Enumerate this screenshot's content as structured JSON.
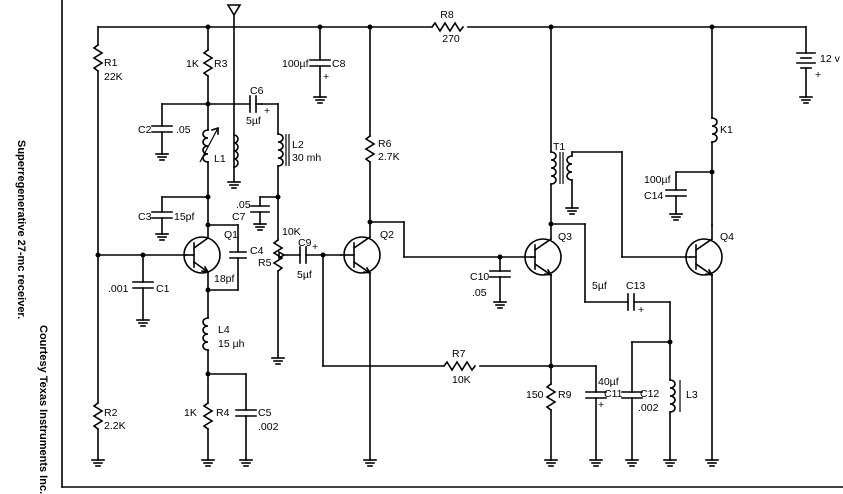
{
  "caption": "Superregenerative 27-mc receiver.",
  "credit": "Courtesy Texas Instruments Inc.",
  "components": {
    "R1": {
      "ref": "R1",
      "value": "22K"
    },
    "R2": {
      "ref": "R2",
      "value": "2.2K"
    },
    "R3": {
      "ref": "R3",
      "value": "1K"
    },
    "R4": {
      "ref": "R4",
      "value": "1K"
    },
    "R5": {
      "ref": "R5",
      "value": "10K"
    },
    "R6": {
      "ref": "R6",
      "value": "2.7K"
    },
    "R7": {
      "ref": "R7",
      "value": "10K"
    },
    "R8": {
      "ref": "R8",
      "value": "270"
    },
    "R9": {
      "ref": "R9",
      "value": "150"
    },
    "C1": {
      "ref": "C1",
      "value": ".001"
    },
    "C2": {
      "ref": "C2",
      "value": ".05"
    },
    "C3": {
      "ref": "C3",
      "value": "15pf"
    },
    "C4": {
      "ref": "C4",
      "value": "18pf"
    },
    "C5": {
      "ref": "C5",
      "value": ".002"
    },
    "C6": {
      "ref": "C6",
      "value": "5µf"
    },
    "C7": {
      "ref": "C7",
      "value": ".05"
    },
    "C8": {
      "ref": "C8",
      "value": "100µf"
    },
    "C9": {
      "ref": "C9",
      "value": "5µf"
    },
    "C10": {
      "ref": "C10",
      "value": ".05"
    },
    "C11": {
      "ref": "C11",
      "value": "40µf"
    },
    "C12": {
      "ref": "C12",
      "value": ".002"
    },
    "C13": {
      "ref": "C13",
      "value": "5µf"
    },
    "C14": {
      "ref": "C14",
      "value": "100µf"
    },
    "L1": {
      "ref": "L1",
      "value": ""
    },
    "L2": {
      "ref": "L2",
      "value": "30 mh"
    },
    "L3": {
      "ref": "L3",
      "value": ""
    },
    "L4": {
      "ref": "L4",
      "value": "15 µh"
    },
    "T1": {
      "ref": "T1",
      "value": ""
    },
    "K1": {
      "ref": "K1",
      "value": ""
    },
    "Q1": {
      "ref": "Q1",
      "value": ""
    },
    "Q2": {
      "ref": "Q2",
      "value": ""
    },
    "Q3": {
      "ref": "Q3",
      "value": ""
    },
    "Q4": {
      "ref": "Q4",
      "value": ""
    }
  },
  "supply": {
    "voltage": "12 v",
    "plus": "+"
  },
  "polarity": {
    "plus": "+"
  }
}
